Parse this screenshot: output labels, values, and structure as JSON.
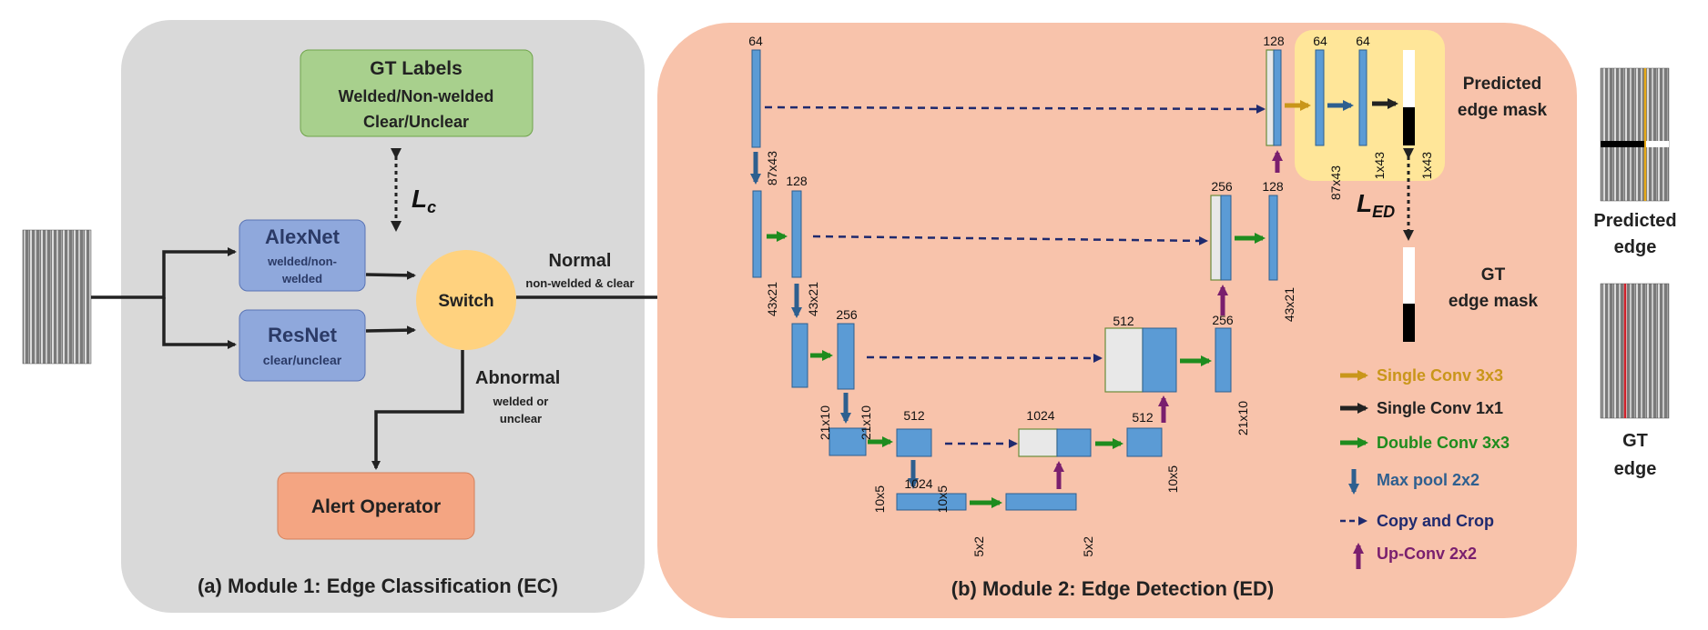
{
  "module1": {
    "title": "(a) Module 1: Edge Classification (EC)",
    "gt_labels": {
      "title": "GT Labels",
      "line1": "Welded/Non-welded",
      "line2": "Clear/Unclear"
    },
    "loss_symbol": "L",
    "loss_sub": "c",
    "alexnet": {
      "name": "AlexNet",
      "line1": "welded/non-",
      "line2": "welded"
    },
    "resnet": {
      "name": "ResNet",
      "line1": "clear/unclear"
    },
    "switch_label": "Switch",
    "normal": {
      "title": "Normal",
      "sub": "non-welded & clear"
    },
    "abnormal": {
      "title": "Abnormal",
      "line1": "welded or",
      "line2": "unclear"
    },
    "alert_label": "Alert Operator"
  },
  "module2": {
    "title": "(b) Module 2: Edge Detection (ED)",
    "channels": {
      "enc1": "64",
      "enc2": "128",
      "enc3": "256",
      "enc4": "512",
      "bott_a": "1024",
      "bott_b": "1024",
      "dec4": "512",
      "dec4b": "512",
      "dec3": "256",
      "dec2": "256",
      "dec2b": "128",
      "dec1": "128",
      "out1": "64",
      "out2": "64"
    },
    "dims": {
      "enc1": "87x43",
      "enc2a": "43x21",
      "enc2b": "43x21",
      "enc3a": "21x10",
      "enc3b": "21x10",
      "enc4a": "10x5",
      "enc4b": "10x5",
      "bott_a": "5x2",
      "bott_b": "5x2",
      "dec4": "10x5",
      "dec3": "21x10",
      "dec2": "43x21",
      "out1": "87x43",
      "out2": "1x43",
      "out3": "1x43"
    },
    "predicted_mask": {
      "line1": "Predicted",
      "line2": "edge mask"
    },
    "loss_symbol": "L",
    "loss_sub": "ED",
    "gt_mask": {
      "line1": "GT",
      "line2": "edge mask"
    }
  },
  "legend": [
    {
      "label": "Single Conv 3x3",
      "color": "#c9961a"
    },
    {
      "label": "Single Conv 1x1",
      "color": "#222222"
    },
    {
      "label": "Double Conv 3x3",
      "color": "#1e8c1e"
    },
    {
      "label": "Max pool 2x2",
      "color": "#2e5f8f"
    },
    {
      "label": "Copy and Crop",
      "color": "#1f2a6e"
    },
    {
      "label": "Up-Conv 2x2",
      "color": "#7a1f6e"
    }
  ],
  "right_panel": {
    "predicted": {
      "line1": "Predicted",
      "line2": "edge"
    },
    "gt": {
      "line1": "GT",
      "line2": "edge"
    }
  },
  "colors": {
    "module1_bg": "#d9d9d9",
    "module2_bg": "#f8c3ab",
    "gt_box": "#a8d08d",
    "net_box": "#8fa8dc",
    "switch": "#ffd27f",
    "alert": "#f4a582",
    "highlight": "#ffe699"
  }
}
